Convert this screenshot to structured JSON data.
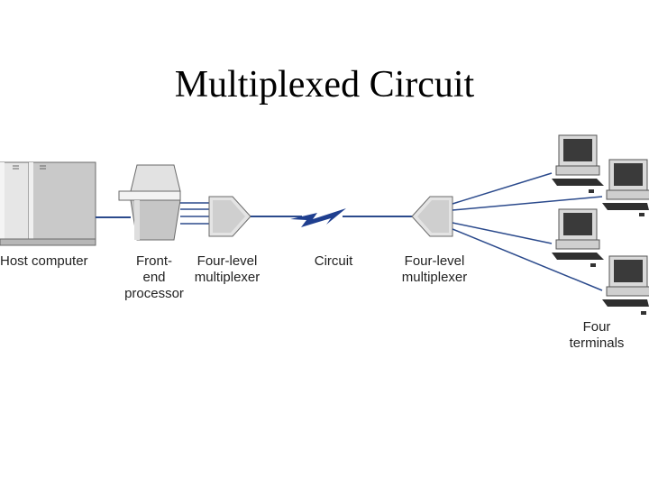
{
  "slide": {
    "title": "Multiplexed Circuit"
  },
  "labels": {
    "host_computer": "Host computer",
    "front_end_line1": "Front-",
    "front_end_line2": "end",
    "front_end_line3": "processor",
    "mux_left_line1": "Four-level",
    "mux_left_line2": "multiplexer",
    "circuit": "Circuit",
    "mux_right_line1": "Four-level",
    "mux_right_line2": "multiplexer",
    "terminals_line1": "Four",
    "terminals_line2": "terminals"
  },
  "colors": {
    "link_line": "#2b4a8c",
    "lightning": "#1f3f8f",
    "device_gray": "#c8c8c8",
    "device_outline": "#6a6a6a"
  }
}
